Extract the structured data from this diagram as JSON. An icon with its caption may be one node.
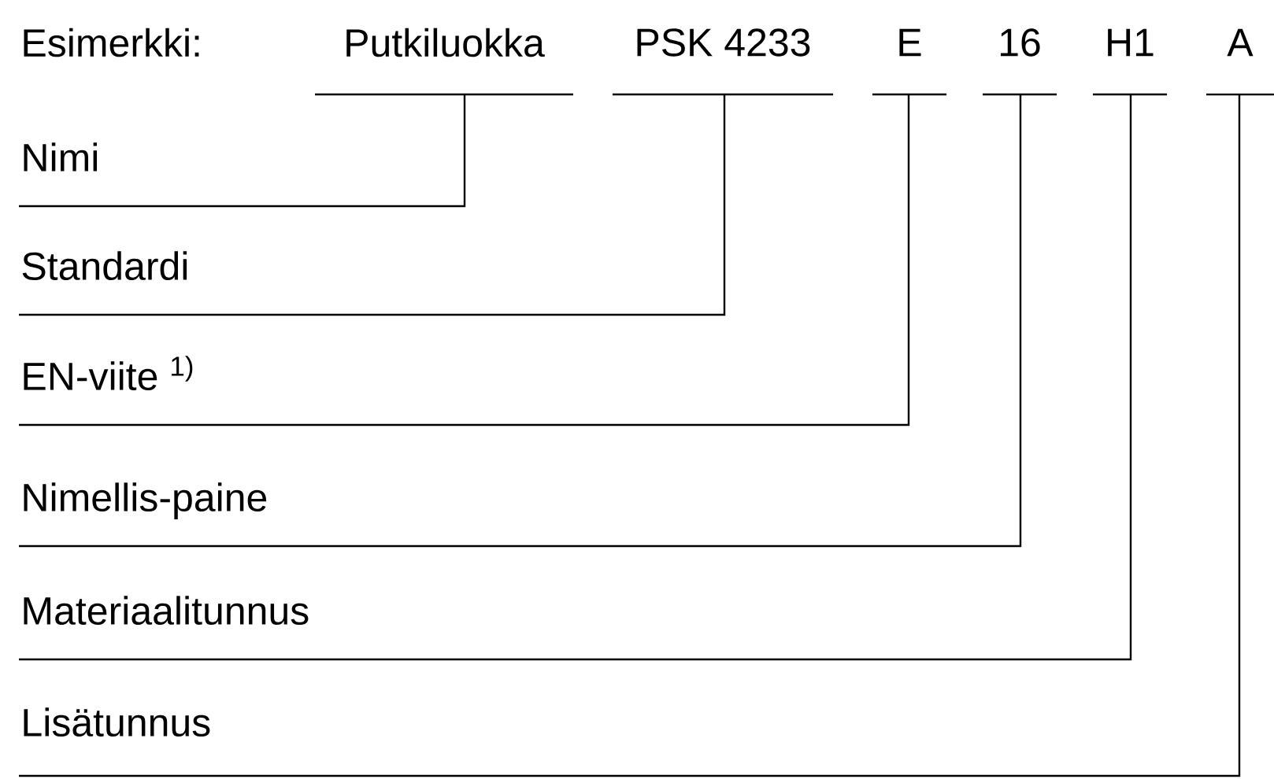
{
  "diagram": {
    "nodes": [
      {
        "text": [
          "Putkiluokka"
        ]
      },
      {
        "text": [
          "PSK 4233"
        ]
      },
      {
        "text": [
          "E"
        ]
      },
      {
        "text": [
          "16"
        ]
      },
      {
        "text": [
          "H1"
        ]
      },
      {
        "text": [
          "A"
        ]
      },
      {
        "text": [
          "Nimi"
        ]
      },
      {
        "text": [
          "Standardi"
        ]
      },
      {
        "text": [
          "EN-viite $^{1)}$"
        ]
      },
      {
        "text": [
          "Nimellis-paine"
        ]
      },
      {
        "text": [
          "Materiaalitunnus"
        ]
      },
      {
        "text": [
          "Lisätunnus"
        ]
      }
    ],
    "edges": [
      {
        "from": 6,
        "to": 0,
        "arrow": "none"
      },
      {
        "from": 7,
        "to": 1,
        "arrow": "none"
      },
      {
        "from": 8,
        "to": 2,
        "arrow": "none"
      },
      {
        "from": 9,
        "to": 3,
        "arrow": "none"
      },
      {
        "from": 10,
        "to": 4,
        "arrow": "none"
      },
      {
        "from": 11,
        "to": 5,
        "arrow": "none"
      }
    ],
    "labels": [
      "Esimerkki:"
    ]
  }
}
